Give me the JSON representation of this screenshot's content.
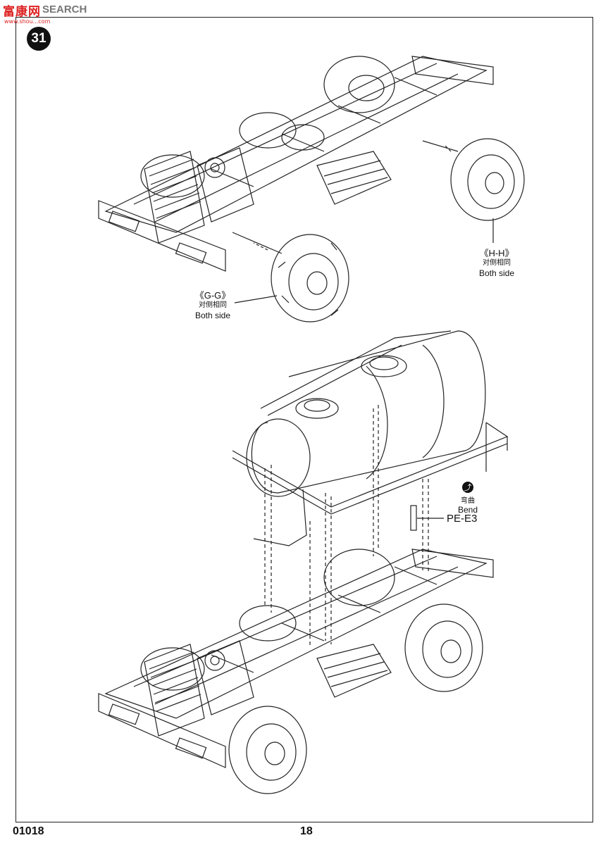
{
  "watermark": {
    "logo": "富康网",
    "text": "SEARCH",
    "url": "www.shou...com"
  },
  "step_number": "31",
  "callouts": {
    "hh": {
      "code": "《H-H》",
      "cn": "对侧相同",
      "en": "Both side"
    },
    "gg": {
      "code": "《G-G》",
      "cn": "对侧相同",
      "en": "Both side"
    },
    "bend": {
      "icon": "bend-icon",
      "cn": "弯曲",
      "en": "Bend"
    },
    "part": "PE-E3"
  },
  "footer": {
    "kit_number": "01018",
    "page_number": "18"
  }
}
